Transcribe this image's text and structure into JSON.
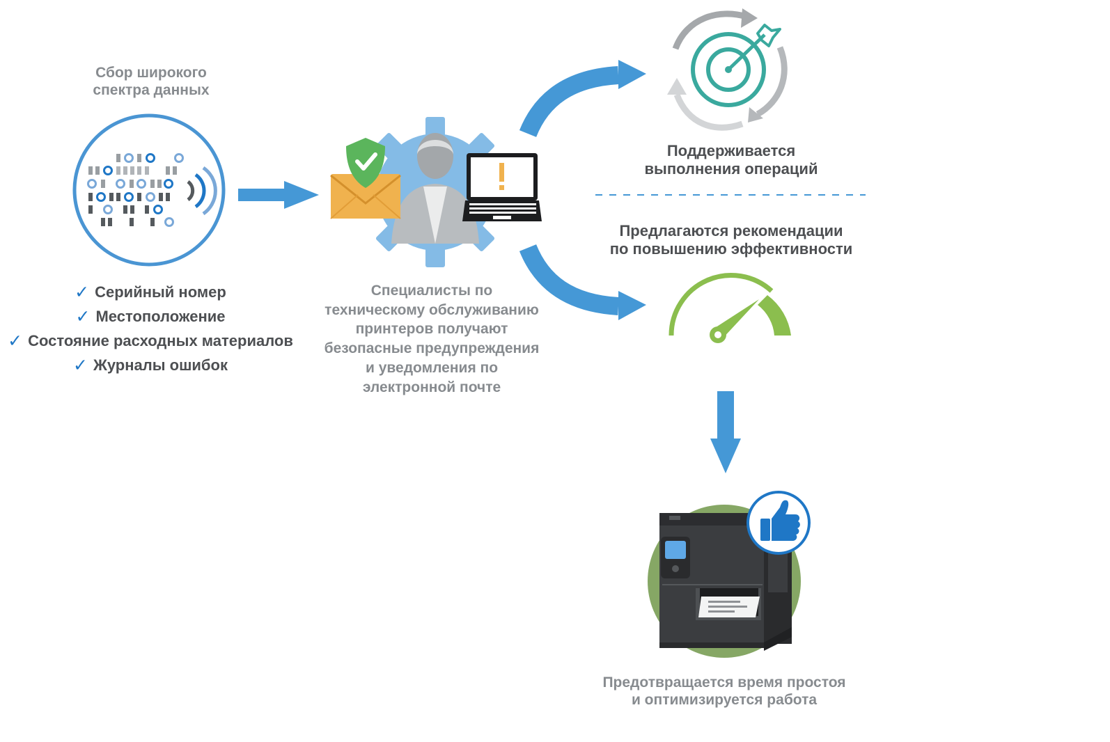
{
  "collect": {
    "title_line1": "Сбор широкого",
    "title_line2": "спектра данных",
    "items": [
      "Серийный номер",
      "Местоположение",
      "Состояние расходных материалов",
      "Журналы ошибок"
    ],
    "check_icon": "checkmark-icon"
  },
  "specialists": {
    "lines": [
      "Специалисты по",
      "техническому обслуживанию",
      "принтеров получают",
      "безопасные предупреждения",
      "и уведомления по",
      "электронной почте"
    ]
  },
  "support": {
    "line1": "Поддерживается",
    "line2": "выполнения операций"
  },
  "recommend": {
    "line1": "Предлагаются рекомендации",
    "line2": "по повышению эффективности"
  },
  "prevent": {
    "line1": "Предотвращается время простоя",
    "line2": "и оптимизируется работа"
  },
  "laptop_alert": "!",
  "colors": {
    "blue_arrow": "#4598d6",
    "data_circle": "#4a95d3",
    "teal_target": "#3aa99e",
    "gray_cycle": "#c2c4c6",
    "gauge_green": "#8bbe4e",
    "shield_green": "#5bb55c",
    "envelope_orange": "#f0b24e",
    "gear_blue": "#84bbe6",
    "printer_bg_green": "#86a765",
    "thumb_blue": "#1f77c6"
  }
}
